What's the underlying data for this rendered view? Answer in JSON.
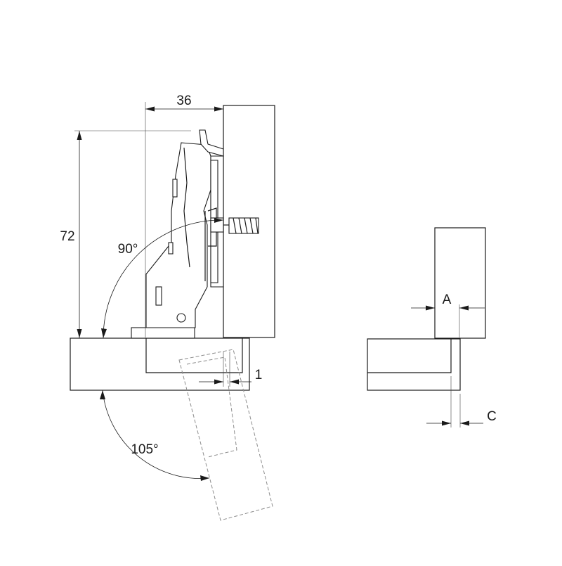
{
  "dimensions": {
    "width_36": "36",
    "height_72": "72",
    "angle_90": "90°",
    "angle_105": "105°",
    "gap_1": "1"
  },
  "detail_labels": {
    "a": "A",
    "c": "C"
  },
  "colors": {
    "line": "#1a1a1a",
    "phantom": "#8c8c8c",
    "background": "#ffffff"
  }
}
